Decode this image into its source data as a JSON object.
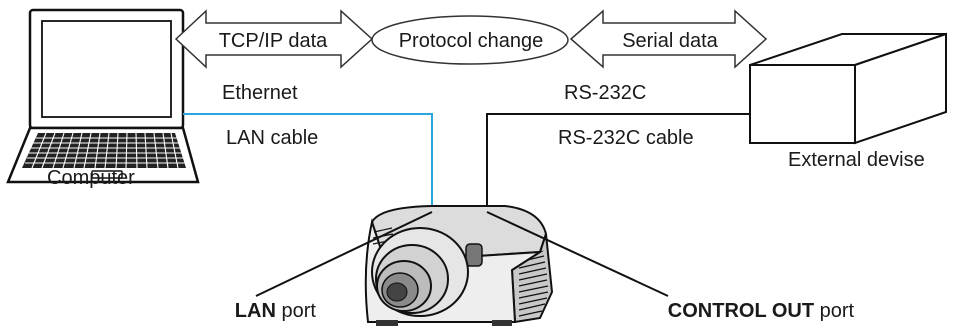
{
  "arrows": {
    "tcpip": "TCP/IP data",
    "protocol": "Protocol change",
    "serial": "Serial data"
  },
  "labels": {
    "ethernet": "Ethernet",
    "rs232c": "RS-232C",
    "lan_cable": "LAN cable",
    "rs232c_cable": "RS-232C cable",
    "computer": "Computer",
    "external_device": "External devise"
  },
  "ports": {
    "lan_name": "LAN",
    "lan_suffix": " port",
    "control_name": "CONTROL OUT",
    "control_suffix": " port"
  },
  "colors": {
    "lan_cable": "#2aa6dc",
    "rs232c_cable": "#111111"
  }
}
